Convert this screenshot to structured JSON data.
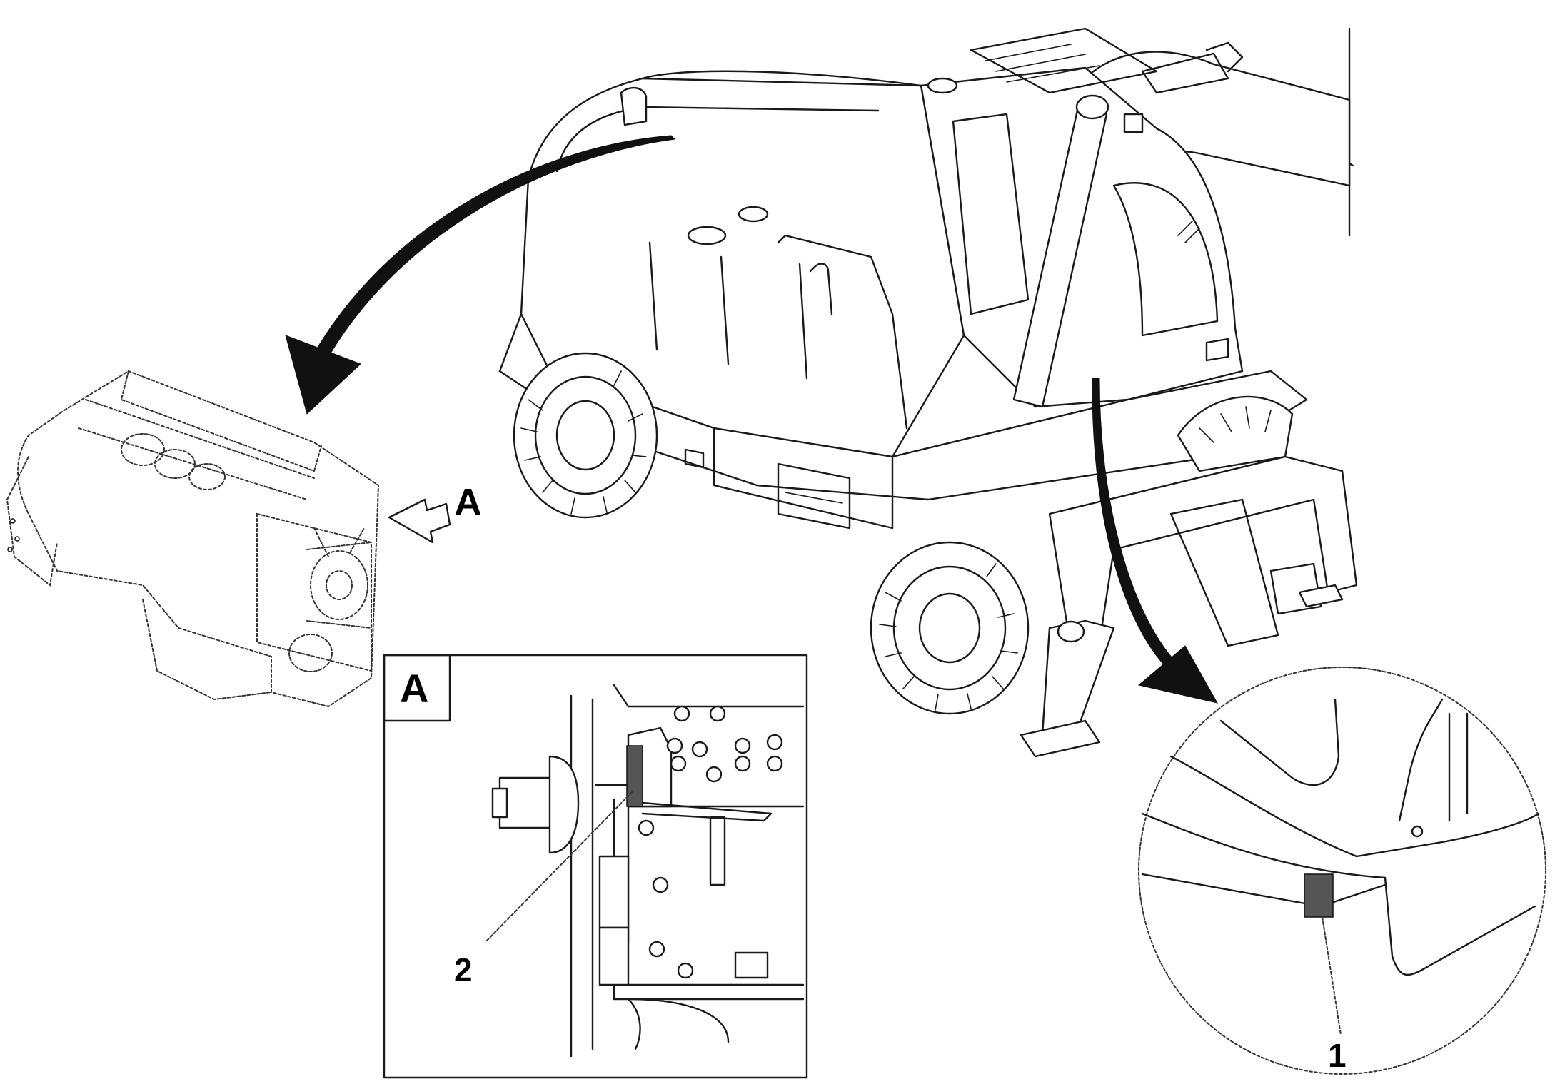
{
  "labels": {
    "view_a_callout": "A",
    "view_a_frame_title": "A",
    "item_2": "2",
    "item_1": "1"
  },
  "icons": {
    "arrow_engine": "curved-arrow-icon",
    "arrow_chassis": "curved-arrow-icon",
    "arrow_view_a": "hollow-arrow-icon"
  },
  "colors": {
    "line": "#1a1a1a",
    "background": "#ffffff",
    "plate": "#555555"
  }
}
